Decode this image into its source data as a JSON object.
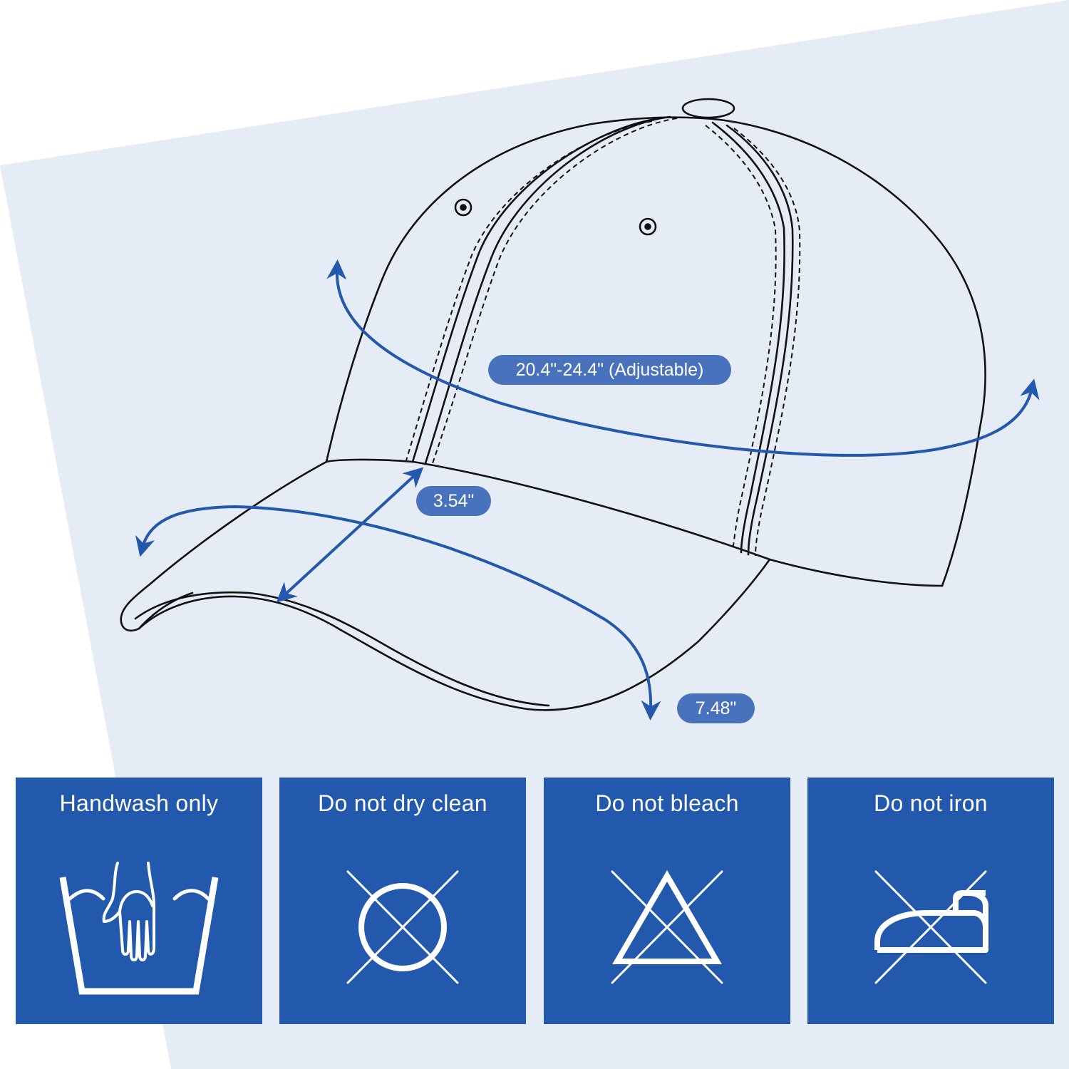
{
  "colors": {
    "accent": "#2359ad",
    "label_bg": "#4872bc",
    "panel_bg": "#e6ecf6",
    "outline": "#111111",
    "icon": "#ffffff"
  },
  "measurements": {
    "circumference": "20.4\"-24.4\" (Adjustable)",
    "brim_depth": "3.54\"",
    "brim_width": "7.48\""
  },
  "care": [
    {
      "label": "Handwash only",
      "icon": "handwash-icon"
    },
    {
      "label": "Do not dry clean",
      "icon": "no-dry-clean-icon"
    },
    {
      "label": "Do not bleach",
      "icon": "no-bleach-icon"
    },
    {
      "label": "Do not iron",
      "icon": "no-iron-icon"
    }
  ]
}
